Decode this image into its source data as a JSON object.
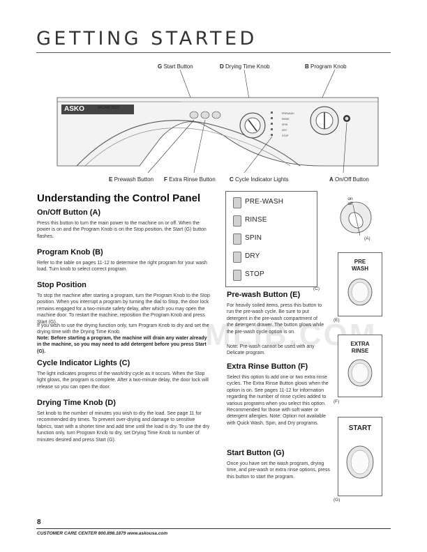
{
  "header": {
    "title": "GETTING STARTED"
  },
  "panel": {
    "brand": "ASKO",
    "model": "WCAM 1812",
    "buttons": [
      "START",
      "PRE WASH",
      "EXTRA RINSE"
    ],
    "cycle_lights": [
      "PRE-WASH",
      "RINSE",
      "SPIN",
      "DRY",
      "STOP"
    ],
    "callouts_top": [
      {
        "letter": "G",
        "text": " Start Button"
      },
      {
        "letter": "D",
        "text": " Drying Time Knob"
      },
      {
        "letter": "B",
        "text": " Program Knob"
      }
    ],
    "callouts_bottom": [
      {
        "letter": "E",
        "text": " Prewash Button"
      },
      {
        "letter": "F",
        "text": " Extra Rinse Button"
      },
      {
        "letter": "C",
        "text": " Cycle Indicator Lights"
      },
      {
        "letter": "A",
        "text": " On/Off Button"
      }
    ]
  },
  "content": {
    "heading": "Understanding the Control Panel",
    "onoff": {
      "title": "On/Off Button (A)",
      "body": "Press this button to turn the main power to the machine on or off. When the power is on and the Program Knob is on the Stop position, the Start (G) button flashes."
    },
    "program": {
      "title": "Program Knob (B)",
      "body": "Refer to the table on pages 11-12 to determine the right program for your wash load. Turn knob to select correct program."
    },
    "stop": {
      "title": "Stop Position",
      "body1": "To stop the machine after starting a program, turn the Program Knob to the Stop position. When you interrupt a program by turning the dial to Stop, the door lock remains engaged for a two-minute safety delay, after which you may open the machine door. To restart the machine, reposition the Program Knob and press Start (G).",
      "body2": "If you wish to use the drying function only, turn Program Knob to dry and set the drying time with the Drying Time Knob.",
      "note": "Note: Before starting a program, the machine will drain any water already in the machine, so you may need to add detergent before you press Start (G)."
    },
    "cycle": {
      "title": "Cycle Indicator Lights (C)",
      "body": "The light indicates progress of the wash/dry cycle as it occurs. When the Stop light glows, the program is complete. After a two-minute delay, the door lock will release so you can open the door."
    },
    "drying": {
      "title": "Drying Time Knob (D)",
      "body": "Set knob to the number of minutes you wish to dry the load. See page 11 for recommended dry times. To prevent over-drying and damage to sensitive fabrics, start with a shorter time and add time until the load is dry. To use the dry function only, turn Program Knob to dry, set Drying Time Knob to number of minutes desired and press Start (G)."
    },
    "prewash": {
      "title": "Pre-wash Button (E)",
      "body": "For heavily soiled items, press this button to run the pre-wash cycle. Be sure to put detergent in the pre-wash compartment of the detergent drawer. The button glows while the pre-wash cycle option is on.",
      "note": "Note: Pre-wash cannot be used with any Delicate program."
    },
    "extrarinse": {
      "title": "Extra Rinse Button (F)",
      "body": "Select this option to add one or two extra rinse cycles. The Extra Rinse Button glows when the option is on. See pages 11-12 for information regarding the number of rinse cycles added to various programs when you select this option. Recommended for those with soft water or detergent allergies. Note: Option not available with Quick Wash, Spin, and Dry programs."
    },
    "start": {
      "title": "Start Button (G)",
      "body": "Once you have set the wash program, drying time, and pre-wash or extra rinse options, press this button to start the program."
    }
  },
  "figures": {
    "cycle_box_tag": "(C)",
    "onoff_label_top": "on",
    "onoff_label_bottom": "off",
    "onoff_tag": "(A)",
    "prewash_label": "PRE\nWASH",
    "prewash_tag": "(E)",
    "extrarinse_label": "EXTRA\nRINSE",
    "extrarinse_tag": "(F)",
    "start_label": "START",
    "start_tag": "(G)"
  },
  "footer": {
    "page_number": "8",
    "text": "CUSTOMER CARE CENTER 800.898.1879 www.askousa.com"
  },
  "watermark": "MLIB.COM"
}
